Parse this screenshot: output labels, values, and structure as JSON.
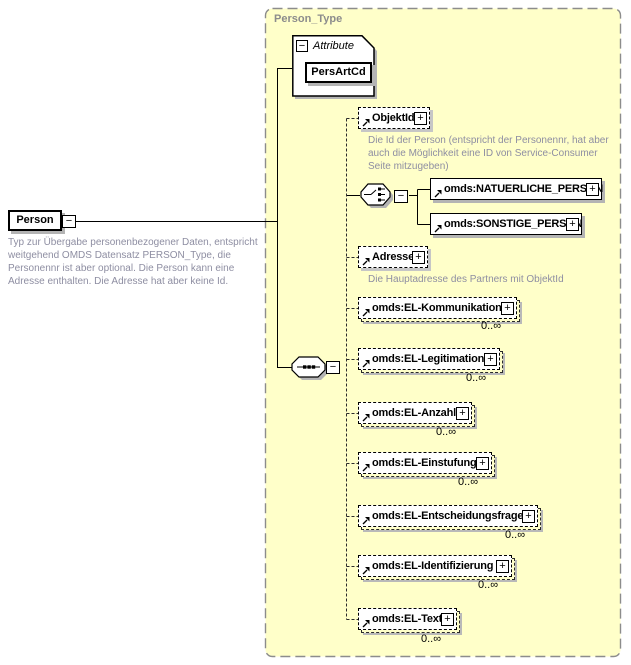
{
  "diagram": {
    "type_title": "Person_Type",
    "colors": {
      "container_fill": "#FFFFC9",
      "container_border": "#8c8c8c",
      "box_shadow": "#b4b4b4",
      "annotation_text": "#8e8ea2",
      "element_text": "#000000"
    }
  },
  "icons": {
    "expand_glyph": "+",
    "collapse_glyph": "−"
  },
  "root_element": {
    "label": "Person",
    "annotation_lines": [
      "Typ zur Übergabe personenbezogener Daten, entspricht",
      "weitgehend OMDS Datensatz PERSON_Type, die",
      "Personennr ist aber optional. Die Person kann eine",
      "Adresse enthalten. Die Adresse hat aber keine Id."
    ]
  },
  "attribute_section": {
    "header_label": "Attribute",
    "attribute_name": "PersArtCd"
  },
  "children": {
    "objektid": {
      "label": "ObjektId",
      "annotation_lines": [
        "Die Id der Person (entspricht der Personennr, hat aber",
        "auch die Möglichkeit eine ID von Service-Consumer",
        "Seite mitzugeben)"
      ]
    },
    "natuerliche_person": {
      "label": "omds:NATUERLICHE_PERSON"
    },
    "sonstige_person": {
      "label": "omds:SONSTIGE_PERSON"
    },
    "adresse": {
      "label": "Adresse",
      "annotation_lines": [
        "Die Hauptadresse des Partners mit ObjektId"
      ]
    },
    "el_kommunikation": {
      "label": "omds:EL-Kommunikation",
      "occurrence": "0..∞"
    },
    "el_legitimation": {
      "label": "omds:EL-Legitimation",
      "occurrence": "0..∞"
    },
    "el_anzahl": {
      "label": "omds:EL-Anzahl",
      "occurrence": "0..∞"
    },
    "el_einstufung": {
      "label": "omds:EL-Einstufung",
      "occurrence": "0..∞"
    },
    "el_entscheidungsfrage": {
      "label": "omds:EL-Entscheidungsfrage",
      "occurrence": "0..∞"
    },
    "el_identifizierung": {
      "label": "omds:EL-Identifizierung",
      "occurrence": "0..∞"
    },
    "el_text": {
      "label": "omds:EL-Text",
      "occurrence": "0..∞"
    }
  }
}
